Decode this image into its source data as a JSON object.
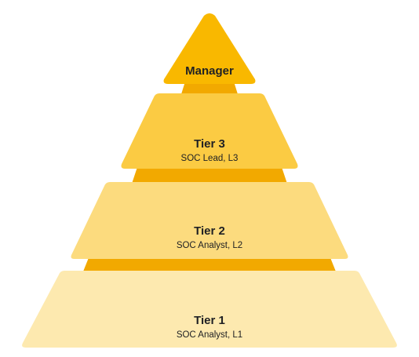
{
  "pyramid": {
    "levels": [
      {
        "title": "Manager",
        "subtitle": "",
        "color": "#F9B800"
      },
      {
        "title": "Tier 3",
        "subtitle": "SOC Lead, L3",
        "color": "#FBCB43"
      },
      {
        "title": "Tier 2",
        "subtitle": "SOC Analyst, L2",
        "color": "#FCDB7E"
      },
      {
        "title": "Tier 1",
        "subtitle": "SOC Analyst, L1",
        "color": "#FDE9AF"
      }
    ],
    "connector_color": "#F2A900"
  }
}
